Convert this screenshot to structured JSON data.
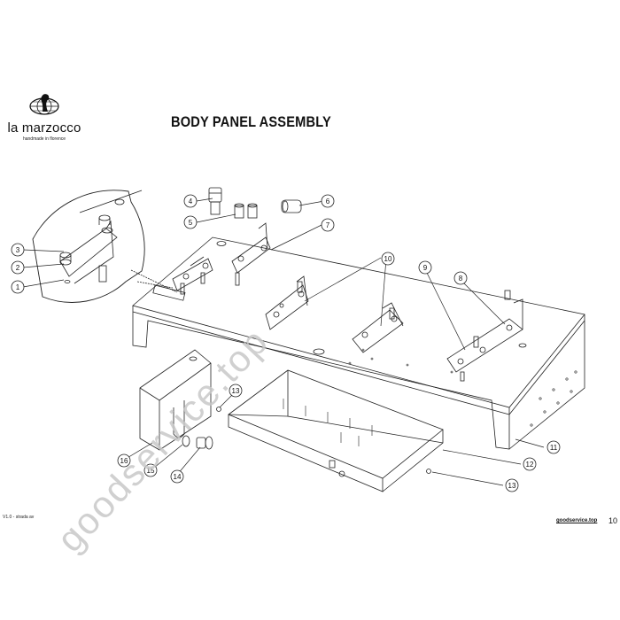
{
  "brand": {
    "name": "la marzocco",
    "tagline": "handmade in florence",
    "logo_icon": "lion-globe-logo-icon"
  },
  "title": "BODY PANEL ASSEMBLY",
  "version": "V1.0 - strada av",
  "watermark": "goodservice.top",
  "site_label": "goodservice.top",
  "page_number": "10",
  "callouts": [
    {
      "num": "1"
    },
    {
      "num": "2"
    },
    {
      "num": "3"
    },
    {
      "num": "4"
    },
    {
      "num": "5"
    },
    {
      "num": "6"
    },
    {
      "num": "7"
    },
    {
      "num": "8"
    },
    {
      "num": "9"
    },
    {
      "num": "10"
    },
    {
      "num": "11"
    },
    {
      "num": "12"
    },
    {
      "num": "13"
    },
    {
      "num": "13"
    },
    {
      "num": "14"
    },
    {
      "num": "15"
    },
    {
      "num": "16"
    }
  ],
  "colors": {
    "line": "#222222",
    "watermark": "#c8c8c8"
  }
}
